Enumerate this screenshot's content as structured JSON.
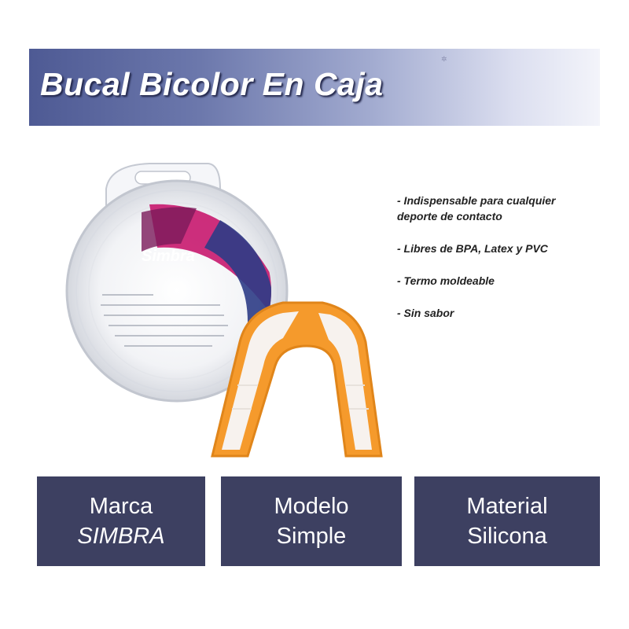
{
  "header": {
    "title": "Bucal Bicolor En Caja"
  },
  "product": {
    "brand_logo": "Simbra"
  },
  "features": [
    "- Indispensable para cualquier\n  deporte de contacto",
    "- Libres de BPA, Latex y PVC",
    "- Termo moldeable",
    "- Sin sabor"
  ],
  "specs": {
    "marca": {
      "label": "Marca",
      "value": "SIMBRA"
    },
    "modelo": {
      "label": "Modelo",
      "value": "Simple"
    },
    "material": {
      "label": "Material",
      "value": "Silicona"
    }
  },
  "colors": {
    "banner_dark": "#4e5a94",
    "spec_box": "#3d4061",
    "mouthguard": "#f59a2c",
    "logo_magenta": "#c8186e",
    "logo_blue": "#2e3c86"
  },
  "icons": [
    "case-icon",
    "mouthguard-icon"
  ]
}
